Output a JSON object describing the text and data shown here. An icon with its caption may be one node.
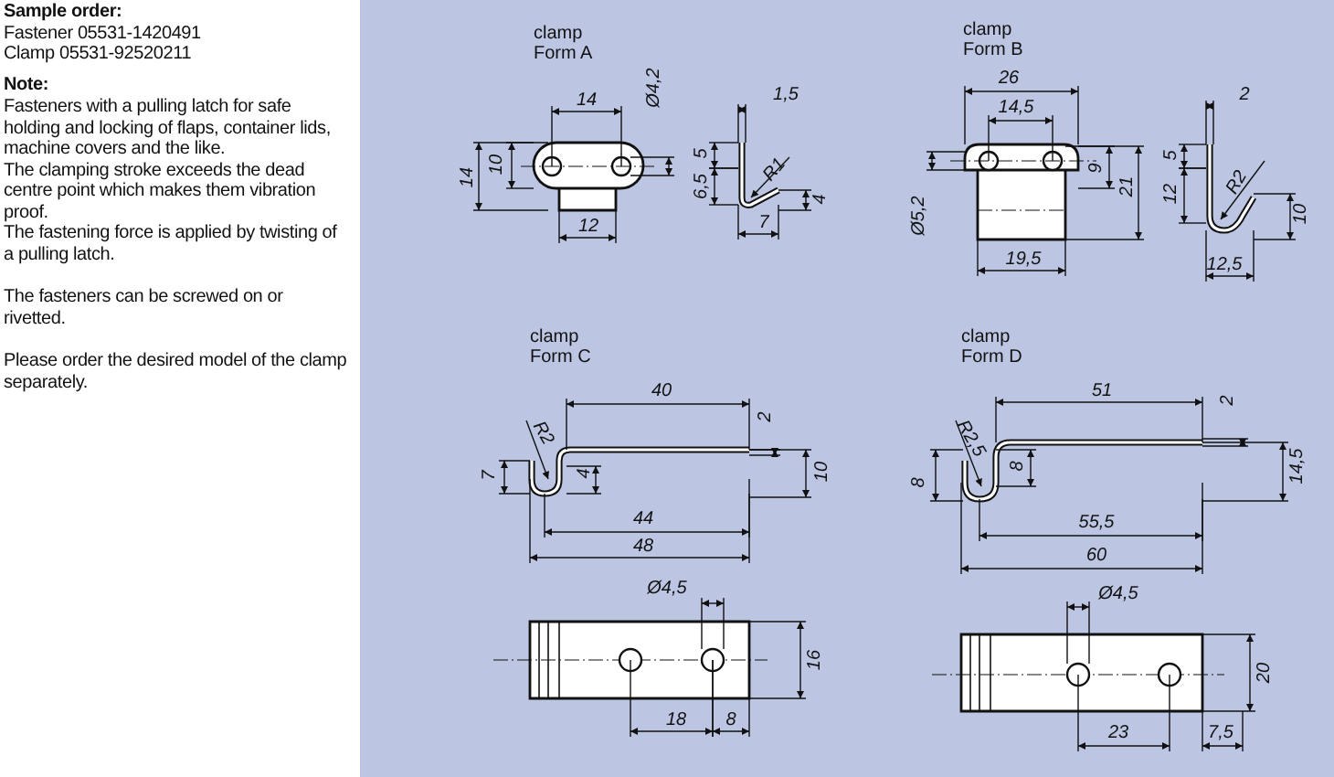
{
  "diagram": {
    "labels": [
      "Sample order:",
      "Fastener 05531-1420491",
      "Clamp 05531-92520211",
      "Note:",
      "Fasteners with a pulling latch for safe holding and locking of flaps, container lids, machine covers and the like.",
      "The clamping stroke exceeds the dead centre point which makes them vibration proof.",
      "The fastening force is applied by twisting of a pulling latch.",
      "The fasteners can be screwed on or rivetted.",
      "Please order the desired model of the clamp separately.",
      "clamp Form A",
      "14",
      "Ø4,2",
      "1,5",
      "14",
      "10",
      "6,5",
      "5",
      "R1",
      "4",
      "12",
      "7",
      "clamp Form B",
      "26",
      "2",
      "14,5",
      "9",
      "21",
      "5",
      "12",
      "R2",
      "10",
      "Ø5,2",
      "19,5",
      "12,5",
      "clamp Form C",
      "40",
      "2",
      "R2",
      "7",
      "4",
      "10",
      "44",
      "48",
      "Ø4,5",
      "16",
      "18",
      "8",
      "clamp Form D",
      "51",
      "2",
      "R2,5",
      "8",
      "8",
      "14,5",
      "55,5",
      "60",
      "Ø4,5",
      "20",
      "23",
      "7,5"
    ]
  }
}
